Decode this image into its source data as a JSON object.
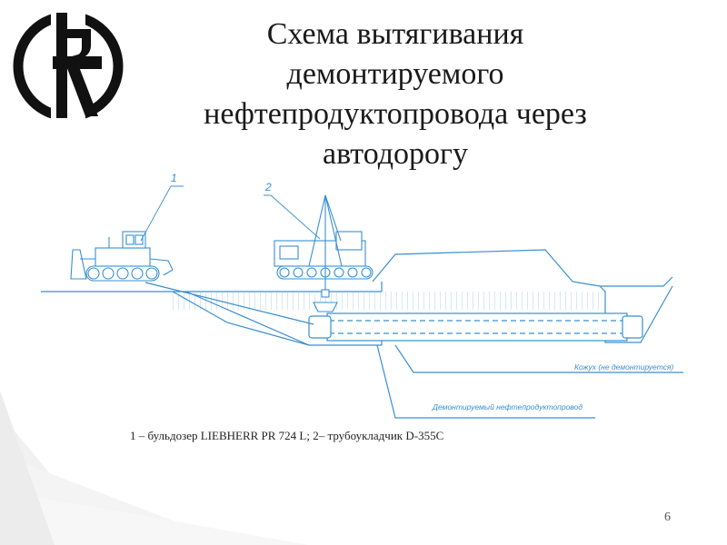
{
  "slide": {
    "title_lines": [
      "Схема вытягивания",
      "демонтируемого",
      "нефтепродуктопровода через",
      "автодорогу"
    ],
    "caption": "1 – бульдозер LIEBHERR PR 724 L; 2– трубоукладчик D-355C",
    "page_number": "6"
  },
  "diagram": {
    "callout_1": "1",
    "callout_2": "2",
    "label_casing": "Кожух (не демонтируется)",
    "label_pipeline": "Демонтируемый нефтепродуктопровод",
    "line_color": "#3a8fd0"
  },
  "colors": {
    "line": "#3a8fd0",
    "hatch": "#7fb6e0",
    "logo": "#111111",
    "background_deco": "#eeeeee"
  }
}
